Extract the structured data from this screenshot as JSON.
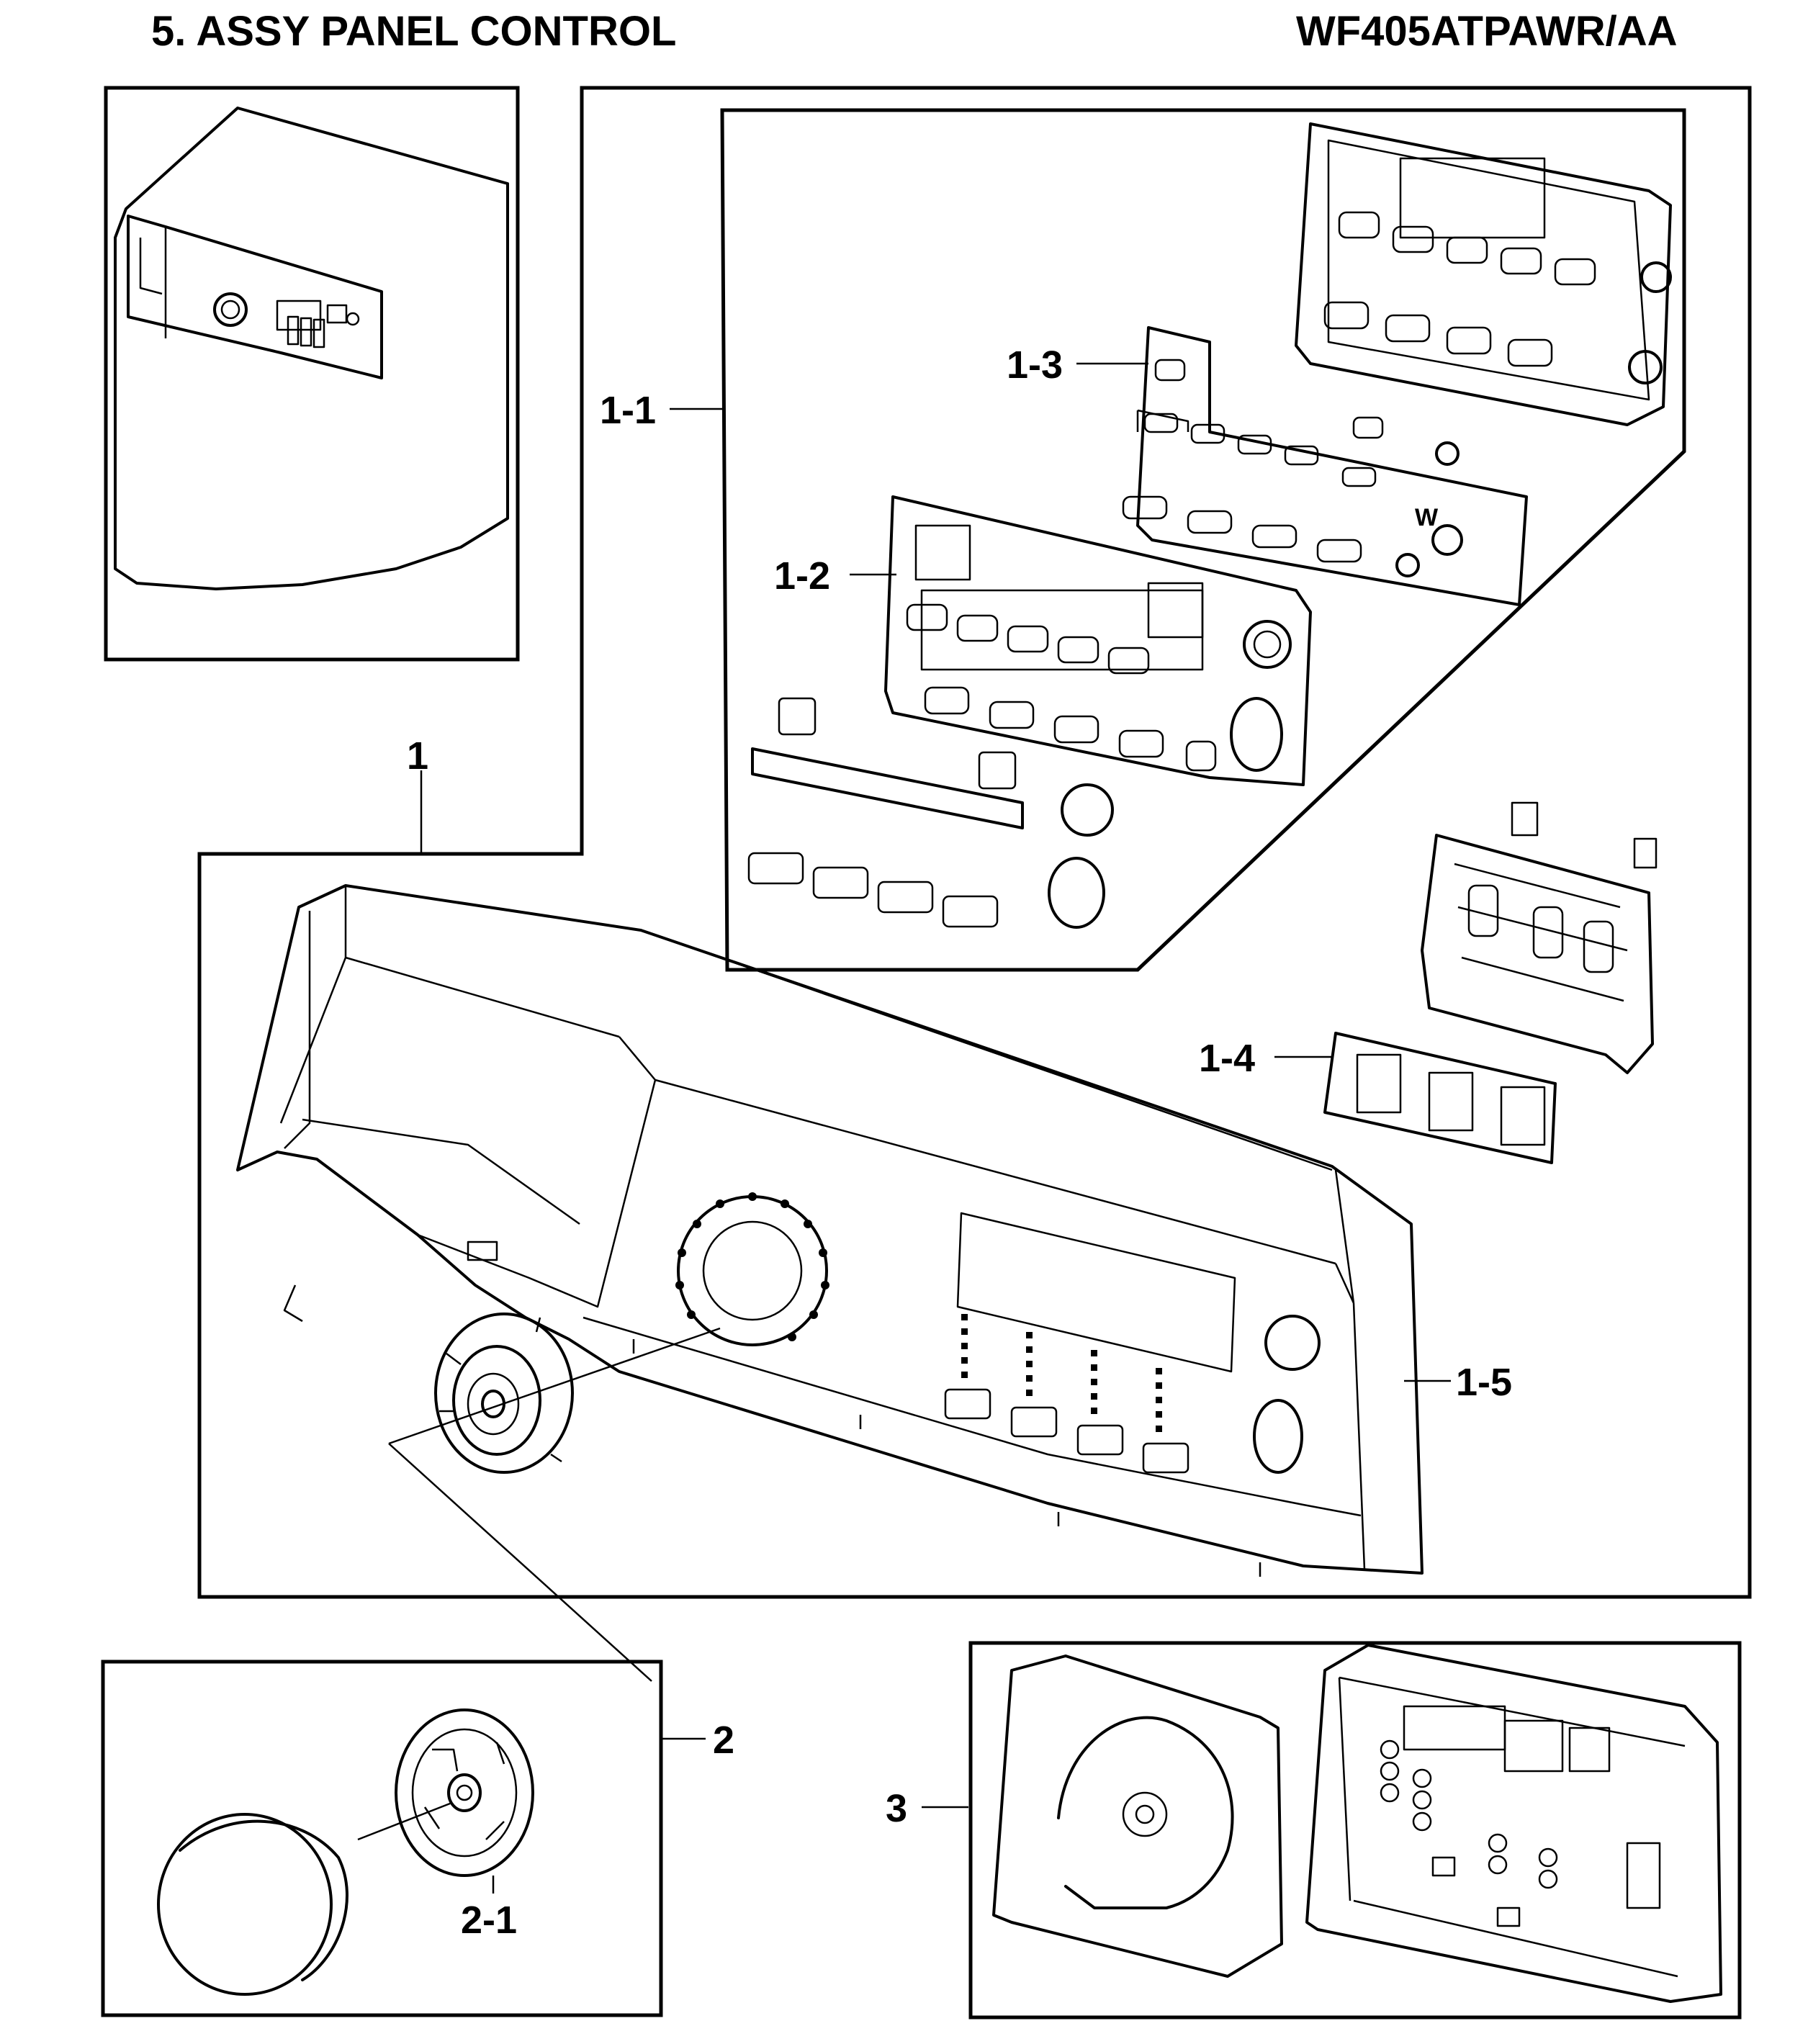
{
  "header": {
    "section_title": "5. ASSY PANEL CONTROL",
    "model_number": "WF405ATPAWR/AA"
  },
  "callouts": {
    "assy_panel": "1",
    "sub_assy": "1-1",
    "button_holder": "1-2",
    "button_holder_2": "1-3",
    "led_window": "1-4",
    "panel_cover": "1-5",
    "knob_assy": "2",
    "knob_ring": "2-1",
    "pcb_assy": "3"
  },
  "panel_marks": {
    "w_mark": "W"
  }
}
